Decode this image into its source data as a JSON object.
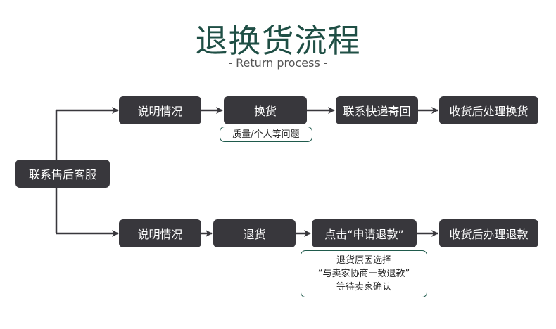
{
  "header": {
    "title": "退换货流程",
    "subtitle": "- Return process -"
  },
  "start_node": "联系售后客服",
  "exchange_flow": {
    "steps": [
      "说明情况",
      "换货",
      "联系快递寄回",
      "收货后处理换货"
    ],
    "note": "质量/个人等问题"
  },
  "return_flow": {
    "steps": [
      "说明情况",
      "退货",
      "点击“申请退款”",
      "收货后办理退款"
    ],
    "note_lines": [
      "退货原因选择",
      "“与卖家协商一致退款”",
      "等待卖家确认"
    ]
  },
  "colors": {
    "node_bg": "#38373c",
    "title": "#1f4f45",
    "note_border": "#1f5a4c",
    "connector": "#38373c"
  }
}
